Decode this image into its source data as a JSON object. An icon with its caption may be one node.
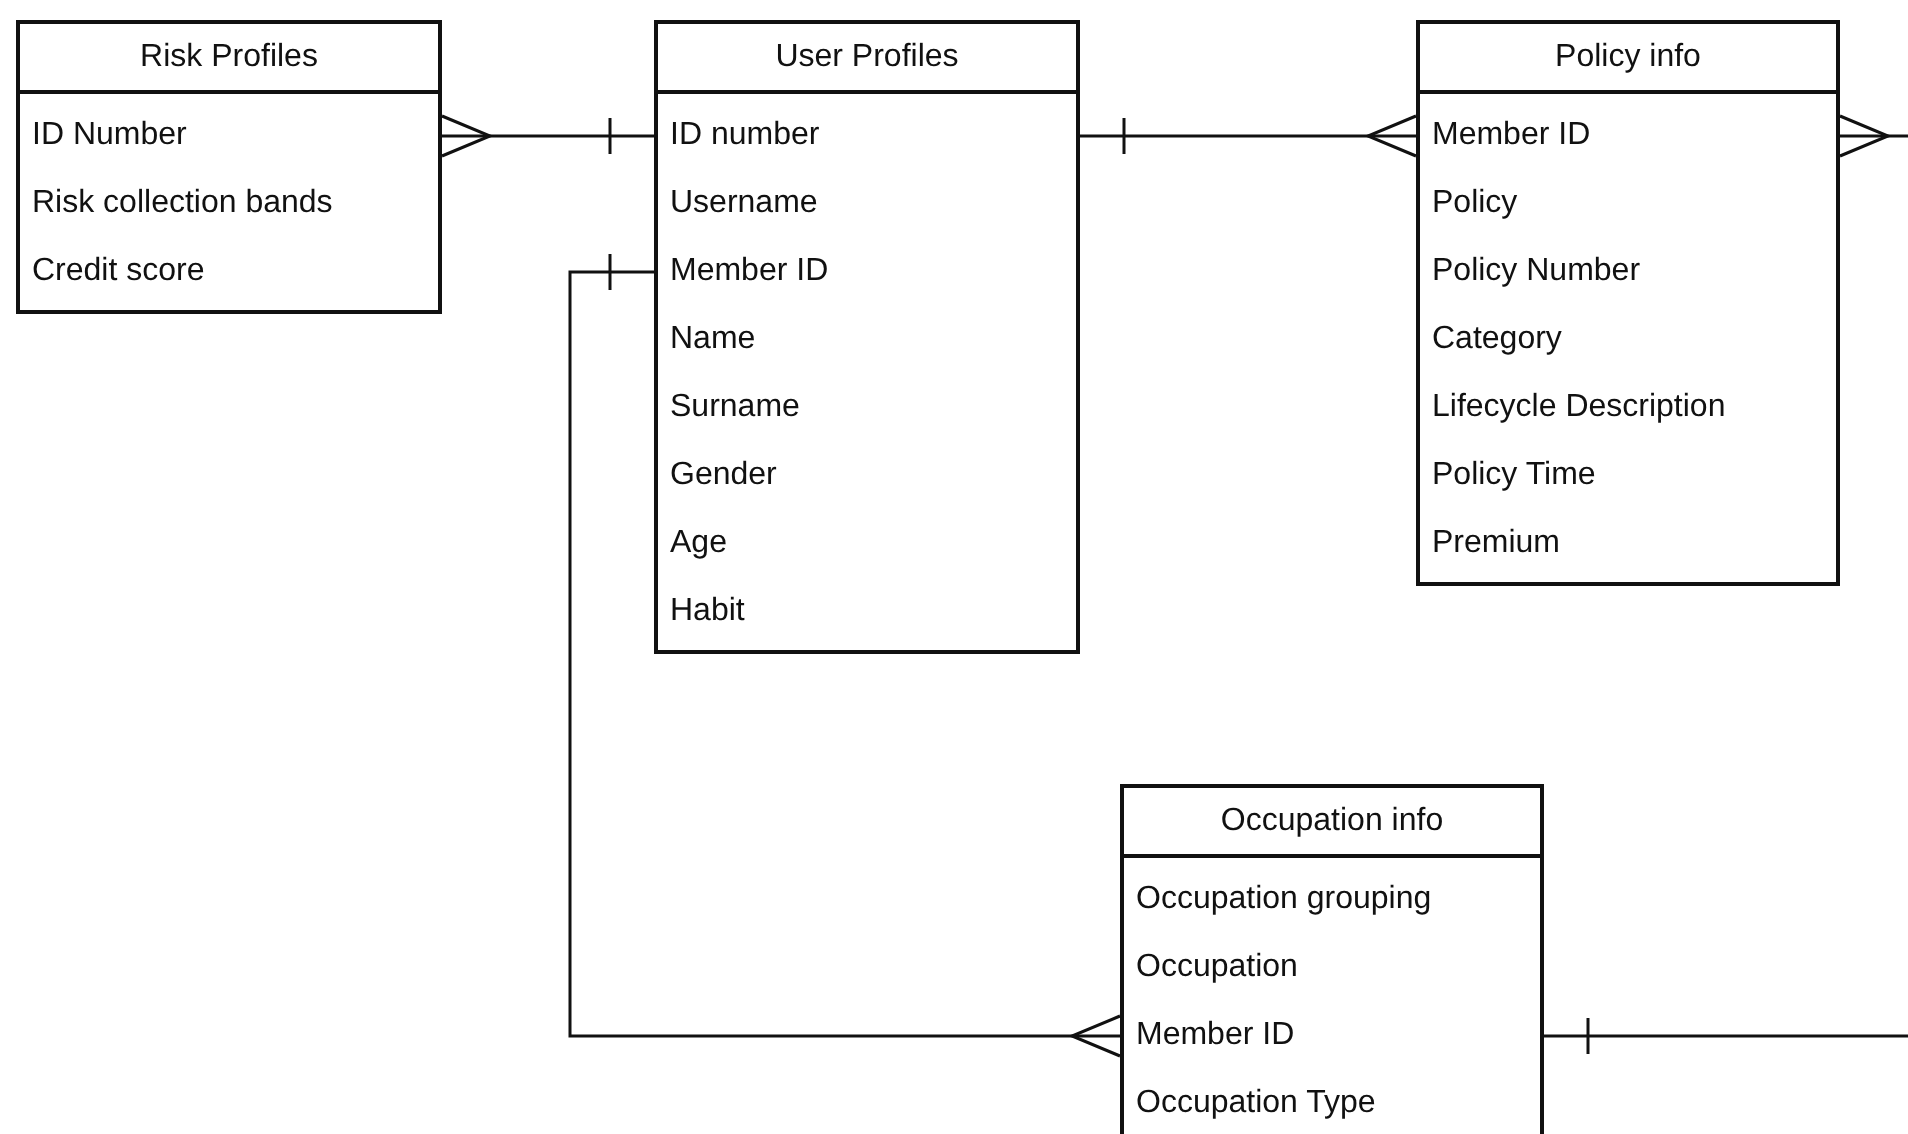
{
  "diagram": {
    "nodes": [
      {
        "text": [
          "Risk Profiles"
        ]
      },
      {
        "text": [
          "ID Number"
        ],
        "in": 0
      },
      {
        "text": [
          "Risk collection bands"
        ],
        "in": 0
      },
      {
        "text": [
          "Credit score"
        ],
        "in": 0
      },
      {
        "text": [
          "User Profiles"
        ]
      },
      {
        "text": [
          "ID number"
        ],
        "in": 4
      },
      {
        "text": [
          "Username"
        ],
        "in": 4
      },
      {
        "text": [
          "Member ID"
        ],
        "in": 4
      },
      {
        "text": [
          "Name"
        ],
        "in": 4
      },
      {
        "text": [
          "Surname"
        ],
        "in": 4
      },
      {
        "text": [
          "Gender"
        ],
        "in": 4
      },
      {
        "text": [
          "Age"
        ],
        "in": 4
      },
      {
        "text": [
          "Habit"
        ],
        "in": 4
      },
      {
        "text": [
          "Policy info"
        ]
      },
      {
        "text": [
          "Member ID"
        ],
        "in": 13
      },
      {
        "text": [
          "Policy"
        ],
        "in": 13
      },
      {
        "text": [
          "Policy Number"
        ],
        "in": 13
      },
      {
        "text": [
          "Category"
        ],
        "in": 13
      },
      {
        "text": [
          "Lifecycle Description"
        ],
        "in": 13
      },
      {
        "text": [
          "Policy Time"
        ],
        "in": 13
      },
      {
        "text": [
          "Premium"
        ],
        "in": 13
      },
      {
        "text": [
          "Occupation info"
        ]
      },
      {
        "text": [
          "Occupation grouping"
        ],
        "in": 21
      },
      {
        "text": [
          "Occupation"
        ],
        "in": 21
      },
      {
        "text": [
          "Member ID"
        ],
        "in": 21
      },
      {
        "text": [
          "Occupation Type"
        ],
        "in": 21
      }
    ],
    "edges": [
      {
        "from": 0,
        "to": 5,
        "arrow": "other"
      },
      {
        "from": 4,
        "to": 14,
        "arrow": "other"
      },
      {
        "from": 7,
        "to": 24,
        "arrow": "other"
      },
      {
        "from": 13,
        "to": null,
        "arrow": "other"
      },
      {
        "from": 21,
        "to": null,
        "arrow": "other"
      }
    ]
  }
}
